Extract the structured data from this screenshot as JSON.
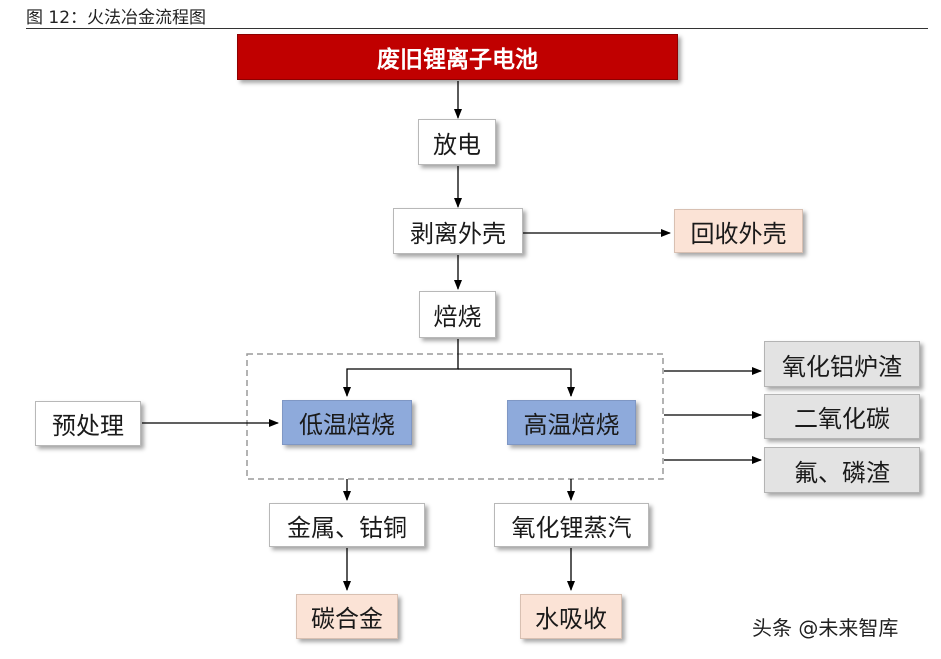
{
  "caption": "图 12：火法冶金流程图",
  "nodes": {
    "battery": "废旧锂离子电池",
    "discharge": "放电",
    "peel_shell": "剥离外壳",
    "recycle_shell": "回收外壳",
    "roast": "焙烧",
    "pretreat": "预处理",
    "low_temp": "低温焙烧",
    "high_temp": "高温焙烧",
    "al_oxide_slag": "氧化铝炉渣",
    "co2": "二氧化碳",
    "f_p_slag": "氟、磷渣",
    "metal_co_cu": "金属、钴铜",
    "li_oxide_vapor": "氧化锂蒸汽",
    "carbon_alloy": "碳合金",
    "water_absorb": "水吸收"
  },
  "watermark": "头条 @未来智库",
  "colors": {
    "title_fill": "#c00000",
    "output_fill": "#fbe3d6",
    "roast_fill": "#8eaadb",
    "byproduct_fill": "#e3e3e3"
  }
}
